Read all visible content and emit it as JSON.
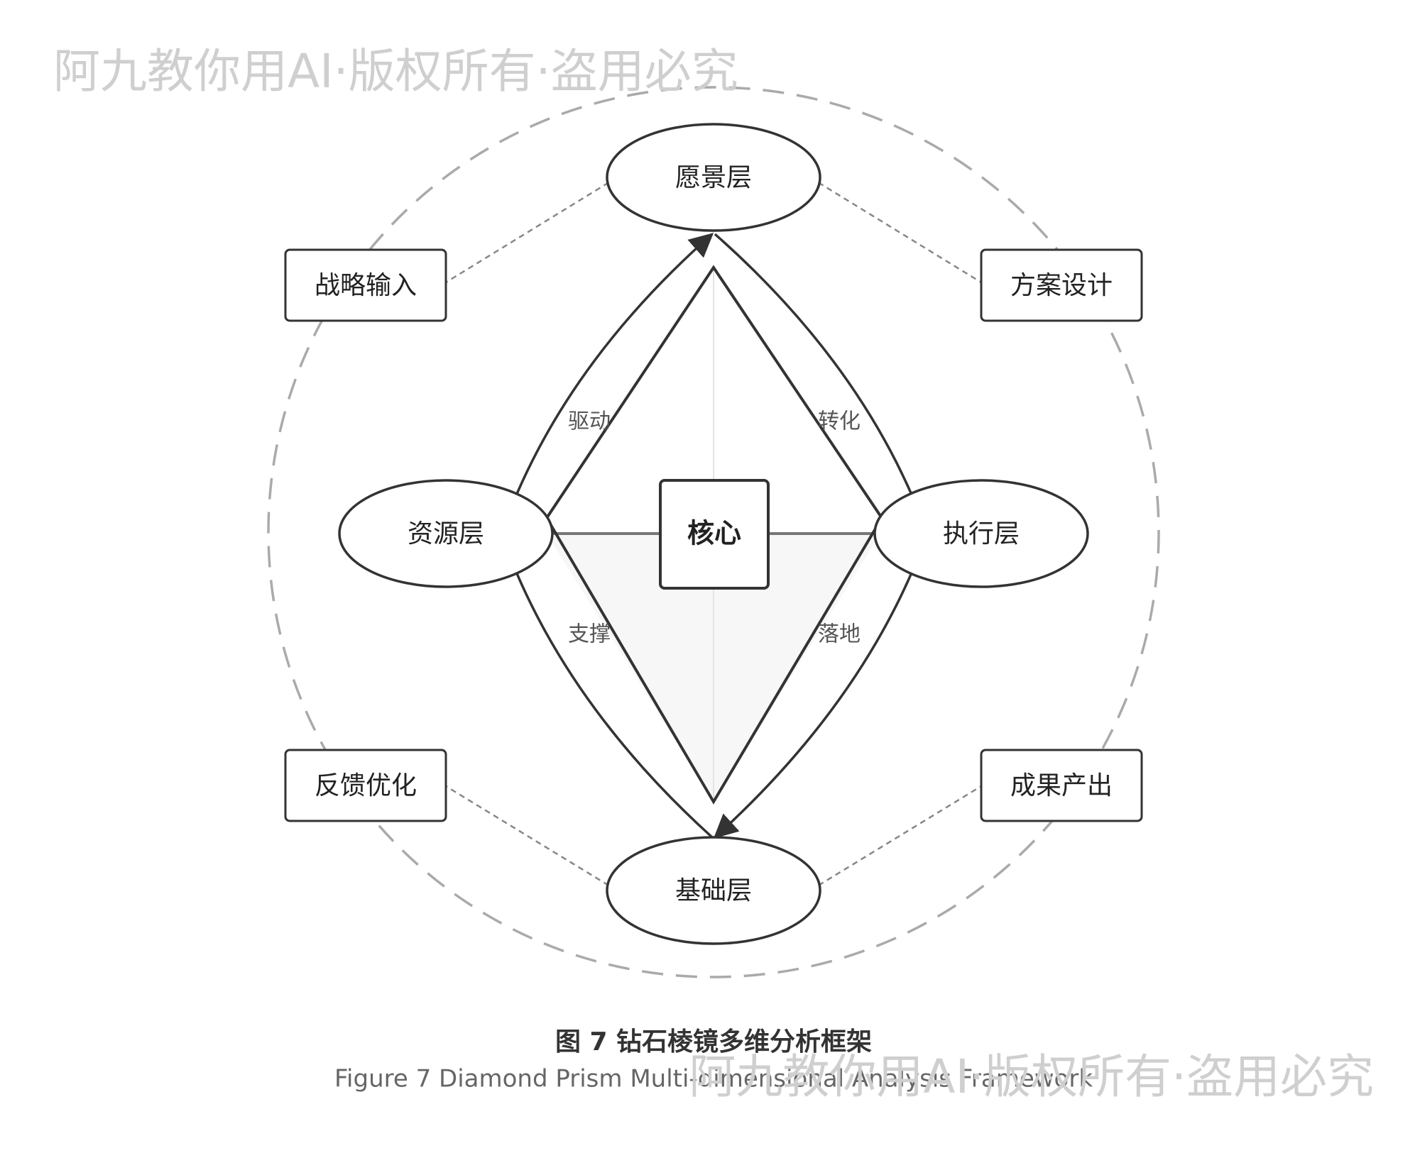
{
  "watermark": "阿九教你用AI·版权所有·盗用必究",
  "layers": {
    "top": "愿景层",
    "left": "资源层",
    "right": "执行层",
    "bottom": "基础层"
  },
  "core": "核心",
  "corners": {
    "top_left": "战略输入",
    "top_right": "方案设计",
    "bottom_left": "反馈优化",
    "bottom_right": "成果产出"
  },
  "edges": {
    "left_top": "驱动",
    "top_right": "转化",
    "left_bottom": "支撑",
    "right_bottom": "落地"
  },
  "caption": {
    "zh": "图 7 钻石棱镜多维分析框架",
    "en": "Figure 7 Diamond Prism Multi-dimensional Analysis Framework"
  },
  "colors": {
    "stroke": "#333333",
    "dashed_circle": "#aaaaaa",
    "dashed_link": "#888888",
    "fill_light": "#f7f7f7"
  }
}
